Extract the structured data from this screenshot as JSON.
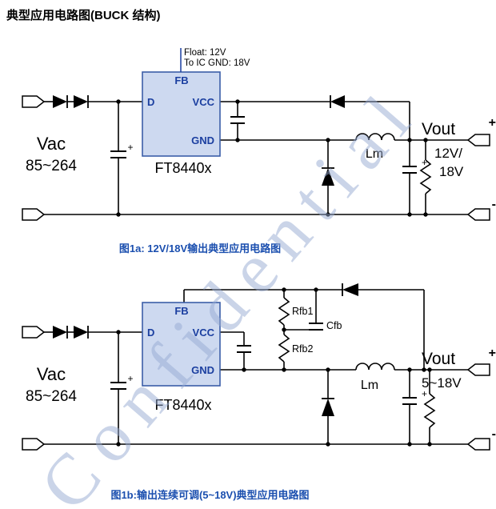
{
  "page": {
    "title": "典型应用电路图(BUCK 结构)"
  },
  "watermark": "Confidential",
  "circuit1a": {
    "annotation_float": "Float: 12V",
    "annotation_gnd": "To IC GND: 18V",
    "ic": {
      "name": "FT8440x",
      "pin_fb": "FB",
      "pin_d": "D",
      "pin_vcc": "VCC",
      "pin_gnd": "GND"
    },
    "input": {
      "label": "Vac",
      "range": "85~264",
      "cap_plus": "+"
    },
    "inductor_label": "Lm",
    "output": {
      "label": "Vout",
      "value_line1": "12V/",
      "value_line2": "18V",
      "cap_plus": "+",
      "terminal_plus": "+",
      "terminal_minus": "-"
    },
    "caption": "图1a: 12V/18V输出典型应用电路图"
  },
  "circuit1b": {
    "ic": {
      "name": "FT8440x",
      "pin_fb": "FB",
      "pin_d": "D",
      "pin_vcc": "VCC",
      "pin_gnd": "GND"
    },
    "input": {
      "label": "Vac",
      "range": "85~264",
      "cap_plus": "+"
    },
    "feedback": {
      "rfb1": "Rfb1",
      "rfb2": "Rfb2",
      "cfb": "Cfb"
    },
    "inductor_label": "Lm",
    "output": {
      "label": "Vout",
      "value": "5~18V",
      "cap_plus": "+",
      "terminal_plus": "+",
      "terminal_minus": "-"
    },
    "caption": "图1b:输出连续可调(5~18V)典型应用电路图"
  },
  "colors": {
    "ic_fill": "#cdd9f0",
    "ic_border": "#3b5ea8",
    "pin_text": "#1b3fa0",
    "caption_blue": "#1b4faf",
    "watermark": "#96aad2"
  }
}
